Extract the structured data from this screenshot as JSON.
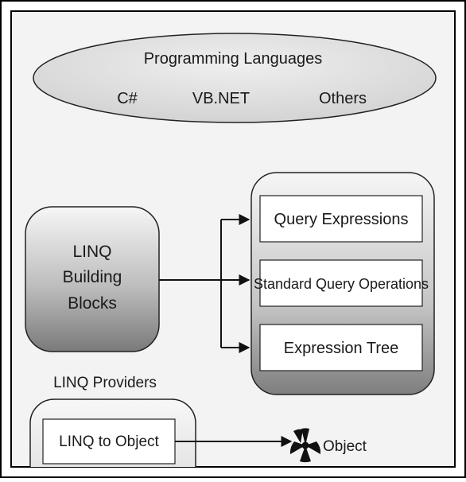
{
  "languages": {
    "title": "Programming Languages",
    "items": [
      "C#",
      "VB.NET",
      "Others"
    ]
  },
  "building_blocks": {
    "label_lines": [
      "LINQ",
      "Building",
      "Blocks"
    ]
  },
  "components": {
    "items": [
      "Query Expressions",
      "Standard Query Operations",
      "Expression Tree"
    ]
  },
  "providers": {
    "heading": "LINQ Providers",
    "items": [
      "LINQ to Object"
    ]
  },
  "targets": {
    "items": [
      "Object"
    ]
  },
  "colors": {
    "border": "#111111",
    "arrow": "#111111",
    "box_light": "#f4f4f4",
    "box_dark": "#808080",
    "ellipse_fill": "#e2e2e2"
  }
}
